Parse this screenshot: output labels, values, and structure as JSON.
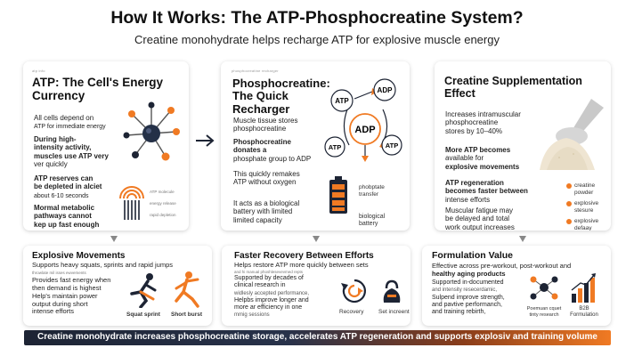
{
  "title": "How It Works: The ATP-Phosphocreatine System?",
  "subtitle": "Creatine monohydrate helps recharge ATP for explosive muscle energy",
  "card1": {
    "tag": "atp info",
    "heading_line1": "ATP: The Cell's Energy",
    "heading_line2": "Currency",
    "p1_line1": "All cells depend on",
    "p1_line2": "ATP for immediate energy",
    "p2_line1": "During high-",
    "p2_line2": "intensity activity,",
    "p2_line3": "muscles use ATP very",
    "p2_line4": "ver quickly",
    "p3_line1": "ATP reserves can",
    "p3_line2": "be depleted in alciet",
    "p3_line3": "about 6-10 seconds",
    "p4_line1": "Mormal metabolic",
    "p4_line2": "pathways cannot",
    "p4_line3": "kep up fast enough",
    "legend_1": "ATP molecule",
    "legend_2": "energy release",
    "legend_3": "rapid depletion"
  },
  "card2": {
    "tag": "phosphocreatine recharger",
    "heading_line1": "Phosphocreatine:",
    "heading_line2": "The Quick",
    "heading_line3": "Recharger",
    "p1_line1": "Muscle tissue stores",
    "p1_line2": "phosphocreatine",
    "p2_line1": "Phosphocreatine",
    "p2_line2": "donates a",
    "p2_line3": "phosphate group to ADP",
    "p3_line1": "This quickly remakes",
    "p3_line2": "ATP without oxygen",
    "p4_line1": "It acts as a biological",
    "p4_line2": "battery with limited",
    "p4_line3": "limited capacity",
    "atp_top": "ATP",
    "adp_top": "ADP",
    "adp_center": "ADP",
    "atp_left": "ATP",
    "atp_right": "ATP",
    "phosphate_line1": "phobptate",
    "phosphate_line2": "transfer",
    "battery_line1": "biological",
    "battery_line2": "battery"
  },
  "card3": {
    "heading_line1": "Creatine Supplementation",
    "heading_line2": "Effect",
    "p1_line1": "Increases intramuscular",
    "p1_line2": "phosphocreatine",
    "p1_line3": "stores by 10–40%",
    "p2_line1": "More ATP becomes",
    "p2_line2": "available for",
    "p2_line3": "explosive movements",
    "p3_line1": "ATP regeneration",
    "p3_line2": "becomes faster between",
    "p3_line3": "intense efforts",
    "p4_line1": "Muscular fatigue may",
    "p4_line2": "be delayed and total",
    "p4_line3": "work output increases",
    "legend_1a": "creatine",
    "legend_1b": "powder",
    "legend_2a": "explosive",
    "legend_2b": "stesure",
    "legend_3a": "explosive",
    "legend_3b": "defaay"
  },
  "card4": {
    "heading": "Explosive Movements",
    "p1": "Supports heavy squats, sprints and rapid jumps",
    "p1_small": "throwlate mil isses ewvements",
    "p2_line1": "Provides fast energy when",
    "p2_line2": "then demand is highest",
    "p2_line3": "Help's maintain power",
    "p2_line4": "output during short",
    "p2_line5": "intense efforts",
    "cap_left": "Squat sprint",
    "cap_right": "Short burst"
  },
  "card5": {
    "heading": "Faster Recovery Between Efforts",
    "p1": "Helps restore ATP more quickly between sets",
    "p1_small": "and hi manual phoshlesevevmed repts",
    "p2_line1": "Supported by decades of",
    "p2_line2": "clinical research in",
    "p2_line3": "widlesly accepted performance,",
    "p2_line4": "Helpbs improve longer and",
    "p2_line5": "more ar efficiency in one",
    "p2_line6": "mmig sessions",
    "cap_left": "Recovery",
    "cap_right": "Set increent"
  },
  "card6": {
    "heading": "Formulation Value",
    "p1_line1": "Effective across pre-workout, post-workout and",
    "p1_line2": "healthy aging products",
    "p2_line1": "Supported in-documented",
    "p2_line2": "and intensity resecerdamic,",
    "p2_line3": "Sulpend improve strength,",
    "p2_line4": "and pavtive performanch,",
    "p2_line5": "and training rebirth,",
    "cap_left_1": "Poemuan cquet",
    "cap_left_2": "tinty research",
    "cap_right_1": "B2B",
    "cap_right_2": "Formulation"
  },
  "banner": "Creatine monohydrate increases phosphocreatine storage, accelerates ATP regeneration and supports explosiv and training volume",
  "colors": {
    "orange": "#f07a23",
    "navy": "#1d2434",
    "dark": "#222222"
  }
}
